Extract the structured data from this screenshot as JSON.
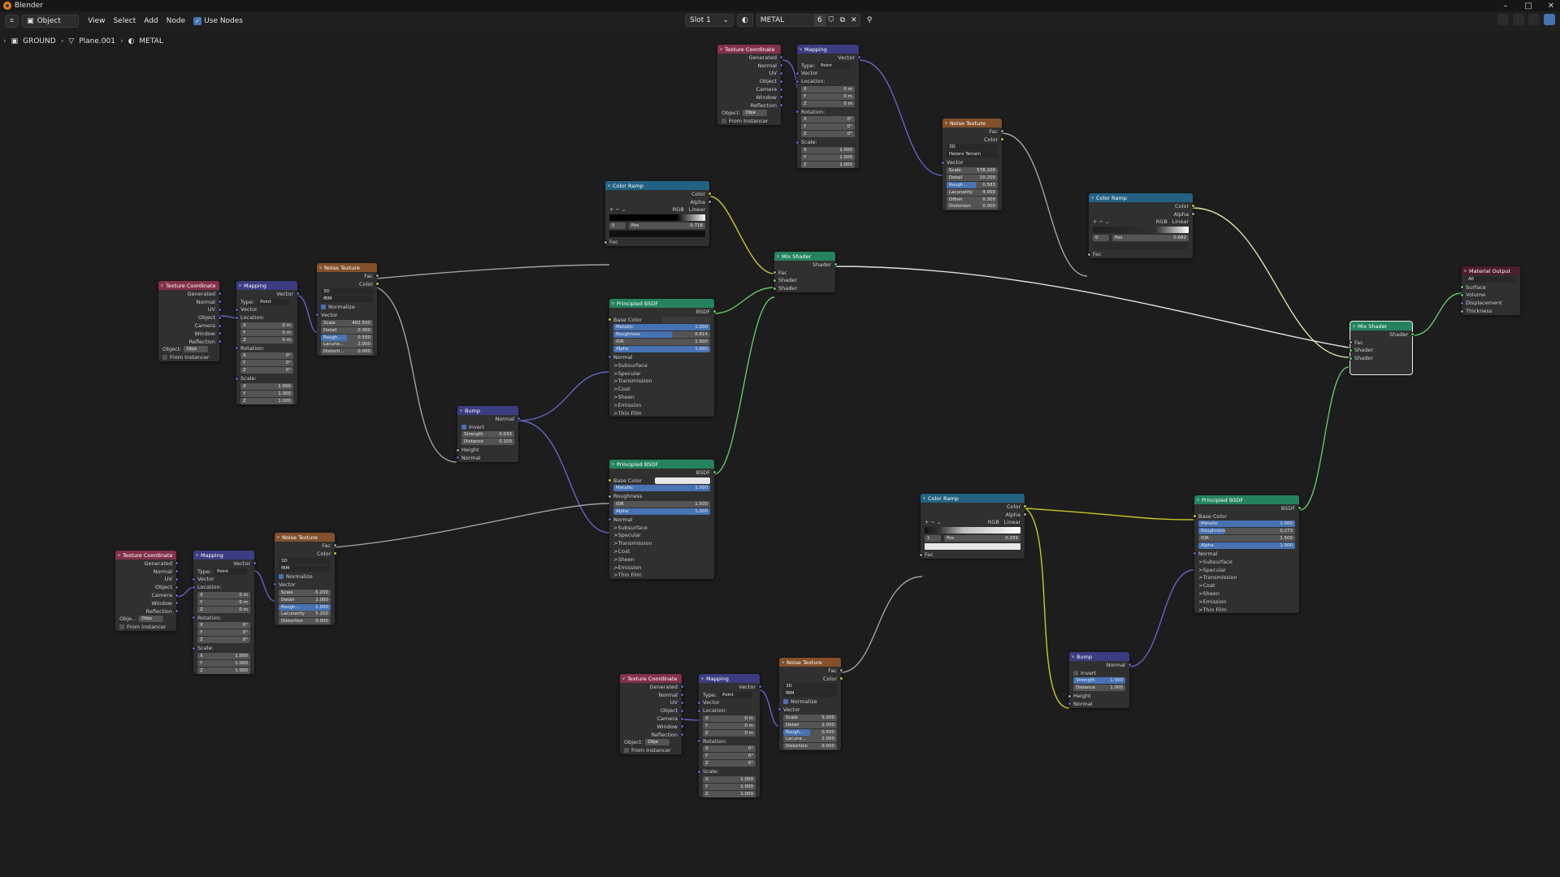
{
  "window": {
    "title": "Blender"
  },
  "header": {
    "editor_mode": "Object",
    "menus": [
      "View",
      "Select",
      "Add",
      "Node"
    ],
    "use_nodes_label": "Use Nodes",
    "slot": "Slot 1",
    "material_name": "METAL",
    "material_users": "6"
  },
  "breadcrumb": {
    "scene": "GROUND",
    "mesh": "Plane.001",
    "material": "METAL"
  },
  "nodes": {
    "tc_top": {
      "title": "Texture Coordinate",
      "outs": [
        "Generated",
        "Normal",
        "UV",
        "Object",
        "Camera",
        "Window",
        "Reflection"
      ],
      "object_label": "Object:",
      "object_placeholder": "Obje",
      "from_instancer": "From Instancer"
    },
    "map_top": {
      "title": "Mapping",
      "out": "Vector",
      "type_label": "Type:",
      "type_value": "Point",
      "vector": "Vector",
      "location": "Location:",
      "loc": [
        "0 m",
        "0 m",
        "0 m"
      ],
      "rotation": "Rotation:",
      "rot": [
        "0°",
        "0°",
        "0°"
      ],
      "scale": "Scale:",
      "scl": [
        "1.000",
        "1.000",
        "1.000"
      ],
      "axes": [
        "X",
        "Y",
        "Z"
      ]
    },
    "noise_top": {
      "title": "Noise Texture",
      "outs": [
        "Fac",
        "Color"
      ],
      "dim": "3D",
      "type": "Hetero Terrain",
      "vector": "Vector",
      "fields": [
        [
          "Scale",
          "578.100"
        ],
        [
          "Detail",
          "10.200"
        ],
        [
          "Rough...",
          "0.583"
        ],
        [
          "Lacunarity",
          "4.000"
        ],
        [
          "Offset",
          "0.300"
        ],
        [
          "Distortion",
          "0.000"
        ]
      ]
    },
    "cr_mid": {
      "title": "Color Ramp",
      "outs": [
        "Color",
        "Alpha"
      ],
      "mode": "RGB",
      "interp": "Linear",
      "index": "0",
      "pos_label": "Pos",
      "pos": "0.718",
      "fac": "Fac"
    },
    "mix_mid": {
      "title": "Mix Shader",
      "out": "Shader",
      "ins": [
        "Fac",
        "Shader",
        "Shader"
      ]
    },
    "cr_right": {
      "title": "Color Ramp",
      "outs": [
        "Color",
        "Alpha"
      ],
      "mode": "RGB",
      "interp": "Linear",
      "index": "0",
      "pos_label": "Pos",
      "pos": "0.682",
      "fac": "Fac"
    },
    "tc_left": {
      "title": "Texture Coordinate",
      "outs": [
        "Generated",
        "Normal",
        "UV",
        "Object",
        "Camera",
        "Window",
        "Reflection"
      ],
      "object_label": "Object:",
      "object_placeholder": "Obje",
      "from_instancer": "From Instancer"
    },
    "map_left": {
      "title": "Mapping",
      "out": "Vector",
      "type_label": "Type:",
      "type_value": "Point",
      "vector": "Vector",
      "location": "Location:",
      "loc": [
        "0 m",
        "0 m",
        "0 m"
      ],
      "rotation": "Rotation:",
      "rot": [
        "0°",
        "0°",
        "0°"
      ],
      "scale": "Scale:",
      "scl": [
        "1.000",
        "1.000",
        "1.000"
      ],
      "axes": [
        "X",
        "Y",
        "Z"
      ]
    },
    "noise_left": {
      "title": "Noise Texture",
      "outs": [
        "Fac",
        "Color"
      ],
      "dim": "3D",
      "type": "fBM",
      "normalize": "Normalize",
      "vector": "Vector",
      "fields": [
        [
          "Scale",
          "402.500"
        ],
        [
          "Detail",
          "0.300"
        ],
        [
          "Rough...",
          "0.500"
        ],
        [
          "Lacuna...",
          "2.000"
        ],
        [
          "Distorti...",
          "0.000"
        ]
      ]
    },
    "bump_mid": {
      "title": "Bump",
      "out": "Normal",
      "invert": "Invert",
      "fields": [
        [
          "Strength",
          "0.033"
        ],
        [
          "Distance",
          "0.100"
        ]
      ],
      "ins": [
        "Height",
        "Normal"
      ]
    },
    "bsdf1": {
      "title": "Principled BSDF",
      "out": "BSDF",
      "base_color": "Base Color",
      "fields": [
        [
          "Metallic",
          "1.000"
        ],
        [
          "Roughness",
          "0.614"
        ],
        [
          "IOR",
          "1.500"
        ],
        [
          "Alpha",
          "1.000"
        ]
      ],
      "normal": "Normal",
      "subs": [
        "Subsurface",
        "Specular",
        "Transmission",
        "Coat",
        "Sheen",
        "Emission",
        "Thin Film"
      ]
    },
    "bsdf2": {
      "title": "Principled BSDF",
      "out": "BSDF",
      "base_color": "Base Color",
      "fields": [
        [
          "Metallic",
          "1.000"
        ],
        [
          "IOR",
          "1.500"
        ],
        [
          "Alpha",
          "1.000"
        ]
      ],
      "roughness": "Roughness",
      "normal": "Normal",
      "subs": [
        "Subsurface",
        "Specular",
        "Transmission",
        "Coat",
        "Sheen",
        "Emission",
        "Thin Film"
      ]
    },
    "mix_right": {
      "title": "Mix Shader",
      "out": "Shader",
      "ins": [
        "Fac",
        "Shader",
        "Shader"
      ]
    },
    "output": {
      "title": "Material Output",
      "target": "All",
      "ins": [
        "Surface",
        "Volume",
        "Displacement",
        "Thickness"
      ]
    },
    "tc_bl": {
      "title": "Texture Coordinate",
      "outs": [
        "Generated",
        "Normal",
        "UV",
        "Object",
        "Camera",
        "Window",
        "Reflection"
      ],
      "object_label": "Obje...",
      "object_placeholder": "Obje",
      "from_instancer": "From Instancer"
    },
    "map_bl": {
      "title": "Mapping",
      "out": "Vector",
      "type_label": "Type:",
      "type_value": "Point",
      "vector": "Vector",
      "location": "Location:",
      "loc": [
        "0 m",
        "0 m",
        "0 m"
      ],
      "rotation": "Rotation:",
      "rot": [
        "0°",
        "0°",
        "0°"
      ],
      "scale": "Scale:",
      "scl": [
        "1.000",
        "1.000",
        "1.000"
      ],
      "axes": [
        "X",
        "Y",
        "Z"
      ]
    },
    "noise_bl": {
      "title": "Noise Texture",
      "outs": [
        "Fac",
        "Color"
      ],
      "dim": "3D",
      "type": "fBM",
      "normalize": "Normalize",
      "vector": "Vector",
      "fields": [
        [
          "Scale",
          "-5.200"
        ],
        [
          "Detail",
          "2.000"
        ],
        [
          "Rough...",
          "1.000"
        ],
        [
          "Lacunarity",
          "5.200"
        ],
        [
          "Distortion",
          "0.000"
        ]
      ]
    },
    "cr_bot": {
      "title": "Color Ramp",
      "outs": [
        "Color",
        "Alpha"
      ],
      "mode": "RGB",
      "interp": "Linear",
      "index": "1",
      "pos_label": "Pos",
      "pos": "0.259",
      "fac": "Fac"
    },
    "bsdf3": {
      "title": "Principled BSDF",
      "out": "BSDF",
      "base_color": "Base Color",
      "fields": [
        [
          "Metallic",
          "1.000"
        ],
        [
          "Roughness",
          "0.273"
        ],
        [
          "IOR",
          "1.500"
        ],
        [
          "Alpha",
          "1.000"
        ]
      ],
      "normal": "Normal",
      "subs": [
        "Subsurface",
        "Specular",
        "Transmission",
        "Coat",
        "Sheen",
        "Emission",
        "Thin Film"
      ]
    },
    "bump_bot": {
      "title": "Bump",
      "out": "Normal",
      "invert": "Invert",
      "fields": [
        [
          "Strength",
          "1.000"
        ],
        [
          "Distance",
          "1.000"
        ]
      ],
      "ins": [
        "Height",
        "Normal"
      ]
    },
    "tc_bm": {
      "title": "Texture Coordinate",
      "outs": [
        "Generated",
        "Normal",
        "UV",
        "Object",
        "Camera",
        "Window",
        "Reflection"
      ],
      "object_label": "Object:",
      "object_placeholder": "Obje",
      "from_instancer": "From Instancer"
    },
    "map_bm": {
      "title": "Mapping",
      "out": "Vector",
      "type_label": "Type:",
      "type_value": "Point",
      "vector": "Vector",
      "location": "Location:",
      "loc": [
        "0 m",
        "0 m",
        "0 m"
      ],
      "rotation": "Rotation:",
      "rot": [
        "0°",
        "0°",
        "0°"
      ],
      "scale": "Scale:",
      "scl": [
        "1.000",
        "1.000",
        "1.000"
      ],
      "axes": [
        "X",
        "Y",
        "Z"
      ]
    },
    "noise_bm": {
      "title": "Noise Texture",
      "outs": [
        "Fac",
        "Color"
      ],
      "dim": "3D",
      "type": "fBM",
      "normalize": "Normalize",
      "vector": "Vector",
      "fields": [
        [
          "Scale",
          "5.000"
        ],
        [
          "Detail",
          "2.000"
        ],
        [
          "Rough...",
          "0.500"
        ],
        [
          "Lacuna...",
          "2.000"
        ],
        [
          "Distortion",
          "0.000"
        ]
      ]
    }
  },
  "colors": {
    "background": "#1d1d1d",
    "input_header": "#83314a",
    "vector_header": "#3c3c83",
    "texture_header": "#83502b",
    "converter_header": "#246283",
    "shader_header": "#24835e",
    "link_gray": "#a1a1a1",
    "link_yellow": "#c7c729",
    "link_vector": "#6363c7",
    "link_shader": "#63c763",
    "accent": "#4772b3"
  },
  "icons": [
    "blender-logo-icon",
    "editor-type-icon",
    "object-mode-icon",
    "checkbox-icon",
    "material-sphere-icon",
    "shield-icon",
    "duplicate-icon",
    "close-icon",
    "pin-icon",
    "mesh-icon",
    "scene-icon"
  ]
}
